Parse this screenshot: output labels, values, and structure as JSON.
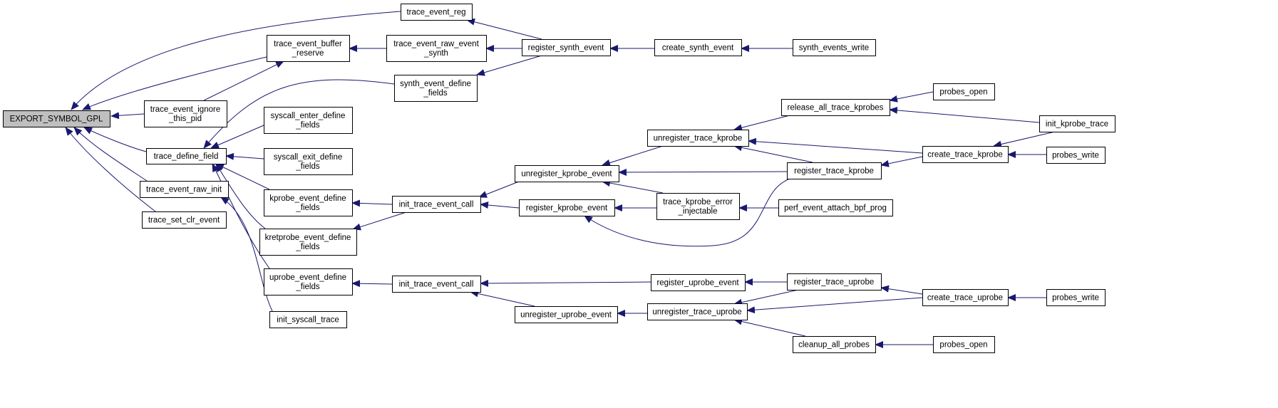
{
  "graph": {
    "root": "EXPORT_SYMBOL_GPL",
    "edge_color": "#191970",
    "root_fill": "#bfbfbf",
    "nodes": [
      {
        "id": "root",
        "lines": [
          "EXPORT_SYMBOL_GPL"
        ]
      },
      {
        "id": "ter",
        "lines": [
          "trace_event_reg"
        ]
      },
      {
        "id": "tebr",
        "lines": [
          "trace_event_buffer",
          "_reserve"
        ]
      },
      {
        "id": "teip",
        "lines": [
          "trace_event_ignore",
          "_this_pid"
        ]
      },
      {
        "id": "tdf",
        "lines": [
          "trace_define_field"
        ]
      },
      {
        "id": "teri",
        "lines": [
          "trace_event_raw_init"
        ]
      },
      {
        "id": "tsce",
        "lines": [
          "trace_set_clr_event"
        ]
      },
      {
        "id": "ters",
        "lines": [
          "trace_event_raw_event",
          "_synth"
        ]
      },
      {
        "id": "rse",
        "lines": [
          "register_synth_event"
        ]
      },
      {
        "id": "cse",
        "lines": [
          "create_synth_event"
        ]
      },
      {
        "id": "sew",
        "lines": [
          "synth_events_write"
        ]
      },
      {
        "id": "sedf",
        "lines": [
          "synth_event_define",
          "_fields"
        ]
      },
      {
        "id": "sendf",
        "lines": [
          "syscall_enter_define",
          "_fields"
        ]
      },
      {
        "id": "sexdf",
        "lines": [
          "syscall_exit_define",
          "_fields"
        ]
      },
      {
        "id": "kedf",
        "lines": [
          "kprobe_event_define",
          "_fields"
        ]
      },
      {
        "id": "krdf",
        "lines": [
          "kretprobe_event_define",
          "_fields"
        ]
      },
      {
        "id": "uedf",
        "lines": [
          "uprobe_event_define",
          "_fields"
        ]
      },
      {
        "id": "ist",
        "lines": [
          "init_syscall_trace"
        ]
      },
      {
        "id": "itec1",
        "lines": [
          "init_trace_event_call"
        ]
      },
      {
        "id": "itec2",
        "lines": [
          "init_trace_event_call"
        ]
      },
      {
        "id": "ukpe",
        "lines": [
          "unregister_kprobe_event"
        ]
      },
      {
        "id": "rkpe",
        "lines": [
          "register_kprobe_event"
        ]
      },
      {
        "id": "utk",
        "lines": [
          "unregister_trace_kprobe"
        ]
      },
      {
        "id": "tkei",
        "lines": [
          "trace_kprobe_error",
          "_injectable"
        ]
      },
      {
        "id": "ratk",
        "lines": [
          "release_all_trace_kprobes"
        ]
      },
      {
        "id": "rtk",
        "lines": [
          "register_trace_kprobe"
        ]
      },
      {
        "id": "pebp",
        "lines": [
          "perf_event_attach_bpf_prog"
        ]
      },
      {
        "id": "po1",
        "lines": [
          "probes_open"
        ]
      },
      {
        "id": "ctk",
        "lines": [
          "create_trace_kprobe"
        ]
      },
      {
        "id": "ikt",
        "lines": [
          "init_kprobe_trace"
        ]
      },
      {
        "id": "pw1",
        "lines": [
          "probes_write"
        ]
      },
      {
        "id": "rue",
        "lines": [
          "register_uprobe_event"
        ]
      },
      {
        "id": "uue",
        "lines": [
          "unregister_uprobe_event"
        ]
      },
      {
        "id": "utu",
        "lines": [
          "unregister_trace_uprobe"
        ]
      },
      {
        "id": "rtu",
        "lines": [
          "register_trace_uprobe"
        ]
      },
      {
        "id": "cap",
        "lines": [
          "cleanup_all_probes"
        ]
      },
      {
        "id": "ctu",
        "lines": [
          "create_trace_uprobe"
        ]
      },
      {
        "id": "pw2",
        "lines": [
          "probes_write"
        ]
      },
      {
        "id": "po2",
        "lines": [
          "probes_open"
        ]
      }
    ],
    "edges": [
      {
        "from": "ter",
        "to": "root"
      },
      {
        "from": "tebr",
        "to": "root"
      },
      {
        "from": "teip",
        "to": "root"
      },
      {
        "from": "tdf",
        "to": "root"
      },
      {
        "from": "teri",
        "to": "root"
      },
      {
        "from": "tsce",
        "to": "root"
      },
      {
        "from": "rse",
        "to": "ter"
      },
      {
        "from": "ters",
        "to": "tebr"
      },
      {
        "from": "teip",
        "to": "tebr"
      },
      {
        "from": "rse",
        "to": "ters"
      },
      {
        "from": "cse",
        "to": "rse"
      },
      {
        "from": "sew",
        "to": "cse"
      },
      {
        "from": "sedf",
        "to": "tdf"
      },
      {
        "from": "rse",
        "to": "sedf"
      },
      {
        "from": "sendf",
        "to": "tdf"
      },
      {
        "from": "sexdf",
        "to": "tdf"
      },
      {
        "from": "kedf",
        "to": "tdf"
      },
      {
        "from": "krdf",
        "to": "tdf"
      },
      {
        "from": "uedf",
        "to": "tdf"
      },
      {
        "from": "ist",
        "to": "teri"
      },
      {
        "from": "itec1",
        "to": "kedf"
      },
      {
        "from": "itec1",
        "to": "krdf"
      },
      {
        "from": "ukpe",
        "to": "itec1"
      },
      {
        "from": "rkpe",
        "to": "itec1"
      },
      {
        "from": "utk",
        "to": "ukpe"
      },
      {
        "from": "rtk",
        "to": "ukpe"
      },
      {
        "from": "tkei",
        "to": "ukpe"
      },
      {
        "from": "tkei",
        "to": "rkpe"
      },
      {
        "from": "rtk",
        "to": "rkpe"
      },
      {
        "from": "ratk",
        "to": "utk"
      },
      {
        "from": "rtk",
        "to": "utk"
      },
      {
        "from": "ctk",
        "to": "utk"
      },
      {
        "from": "pebp",
        "to": "tkei"
      },
      {
        "from": "po1",
        "to": "ratk"
      },
      {
        "from": "ikt",
        "to": "ratk"
      },
      {
        "from": "ctk",
        "to": "rtk"
      },
      {
        "from": "ikt",
        "to": "ctk"
      },
      {
        "from": "pw1",
        "to": "ctk"
      },
      {
        "from": "itec2",
        "to": "uedf"
      },
      {
        "from": "rue",
        "to": "itec2"
      },
      {
        "from": "uue",
        "to": "itec2"
      },
      {
        "from": "rtu",
        "to": "rue"
      },
      {
        "from": "utu",
        "to": "uue"
      },
      {
        "from": "rtu",
        "to": "utu"
      },
      {
        "from": "ctu",
        "to": "utu"
      },
      {
        "from": "cap",
        "to": "utu"
      },
      {
        "from": "ctu",
        "to": "rtu"
      },
      {
        "from": "pw2",
        "to": "ctu"
      },
      {
        "from": "po2",
        "to": "cap"
      }
    ]
  }
}
